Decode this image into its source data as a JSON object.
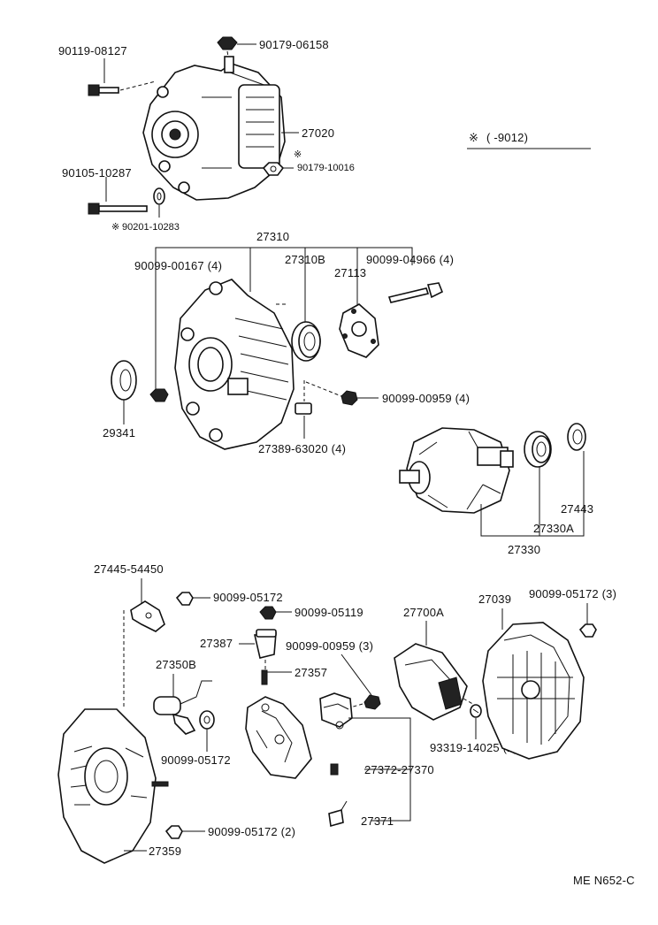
{
  "note": {
    "asterisk": "※",
    "text": "(        -9012)"
  },
  "footer": {
    "code": "ME N652-C"
  },
  "parts": {
    "p_90119_08127": "90119-08127",
    "p_90179_06158": "90179-06158",
    "p_27020": "27020",
    "p_90179_10016": "90179-10016",
    "p_90105_10287": "90105-10287",
    "p_90201_10283": "90201-10283",
    "p_27310": "27310",
    "p_90099_00167": "90099-00167 (4)",
    "p_27310B": "27310B",
    "p_90099_04966": "90099-04966 (4)",
    "p_27113": "27113",
    "p_29341": "29341",
    "p_90099_00959_4": "90099-00959 (4)",
    "p_27389_63020": "27389-63020 (4)",
    "p_27443": "27443",
    "p_27330A": "27330A",
    "p_27330": "27330",
    "p_27445_54450": "27445-54450",
    "p_90099_05172_a": "90099-05172",
    "p_90099_05119": "90099-05119",
    "p_27700A": "27700A",
    "p_27039": "27039",
    "p_90099_05172_3": "90099-05172 (3)",
    "p_27387": "27387",
    "p_90099_00959_3": "90099-00959 (3)",
    "p_27350B": "27350B",
    "p_27357": "27357",
    "p_90099_05172_b": "90099-05172",
    "p_93319_14025": "93319-14025 (2)",
    "p_27372_27370": "27372-27370",
    "p_27371": "27371",
    "p_90099_05172_2": "90099-05172 (2)",
    "p_27359": "27359"
  }
}
